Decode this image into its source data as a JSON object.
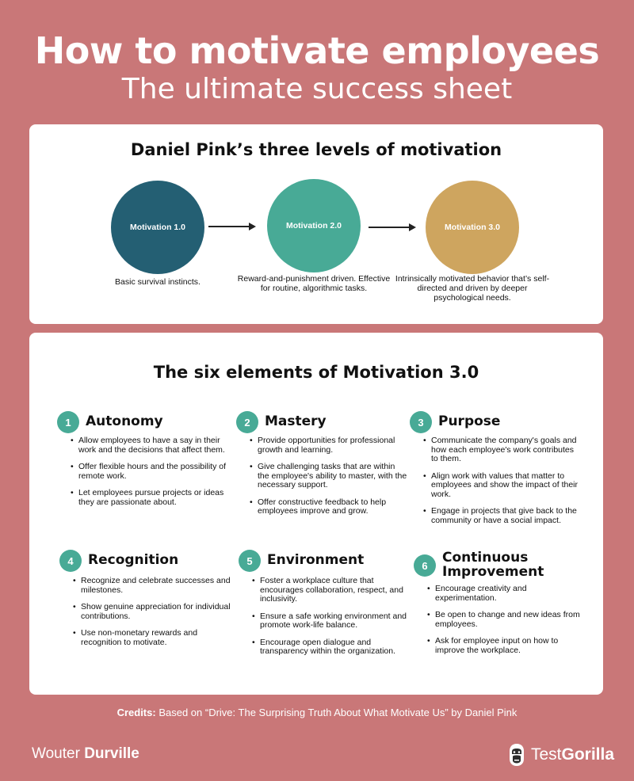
{
  "header": {
    "title": "How to motivate employees",
    "subtitle": "The ultimate success sheet"
  },
  "levels": {
    "heading": "Daniel Pink’s three levels of motivation",
    "items": [
      {
        "label": "Motivation 1.0",
        "desc": "Basic survival instincts.",
        "color": "#245f73"
      },
      {
        "label": "Motivation 2.0",
        "desc": "Reward-and-punishment driven. Effective for routine, algorithmic tasks.",
        "color": "#48aa96"
      },
      {
        "label": "Motivation 3.0",
        "desc": "Intrinsically motivated behavior that’s self-directed and driven by deeper psychological needs.",
        "color": "#cea55f"
      }
    ]
  },
  "elements": {
    "heading": "The six elements of Motivation 3.0",
    "items": [
      {
        "num": "1",
        "title": "Autonomy",
        "bullets": [
          "Allow employees to have a say in their work and the decisions that affect them.",
          "Offer flexible hours and the possibility of remote work.",
          "Let employees pursue projects or ideas they are passionate about."
        ]
      },
      {
        "num": "2",
        "title": "Mastery",
        "bullets": [
          "Provide opportunities for professional growth and learning.",
          "Give challenging tasks that are within the employee's ability to master, with the necessary support.",
          "Offer constructive feedback to help employees improve and grow."
        ]
      },
      {
        "num": "3",
        "title": "Purpose",
        "bullets": [
          "Communicate the company's goals and how each employee's work contributes to them.",
          "Align work with values that matter to employees and show the impact of their work.",
          "Engage in projects that give back to the community or have a social impact."
        ]
      },
      {
        "num": "4",
        "title": "Recognition",
        "bullets": [
          "Recognize and celebrate successes and milestones.",
          "Show genuine appreciation for individual contributions.",
          "Use non-monetary rewards and recognition to motivate."
        ]
      },
      {
        "num": "5",
        "title": "Environment",
        "bullets": [
          "Foster a workplace culture that encourages collaboration, respect, and inclusivity.",
          "Ensure a safe working environment and promote work-life balance.",
          "Encourage open dialogue and transparency within the organization."
        ]
      },
      {
        "num": "6",
        "title": "Continuous Improvement",
        "bullets": [
          "Encourage creativity and experimentation.",
          "Be open to change and new ideas from employees.",
          "Ask for employee input on how to improve the workplace."
        ]
      }
    ]
  },
  "footer": {
    "credits_label": "Credits:",
    "credits_text": "Based on “Drive: The Surprising Truth About What Motivate Us” by Daniel Pink",
    "author_first": "Wouter",
    "author_last": "Durville",
    "brand_first": "Test",
    "brand_last": "Gorilla"
  },
  "colors": {
    "background": "#c97778",
    "accent_teal": "#48aa96",
    "dark_teal": "#245f73",
    "gold": "#cea55f"
  },
  "icons": {
    "brand": "gorilla-icon"
  }
}
